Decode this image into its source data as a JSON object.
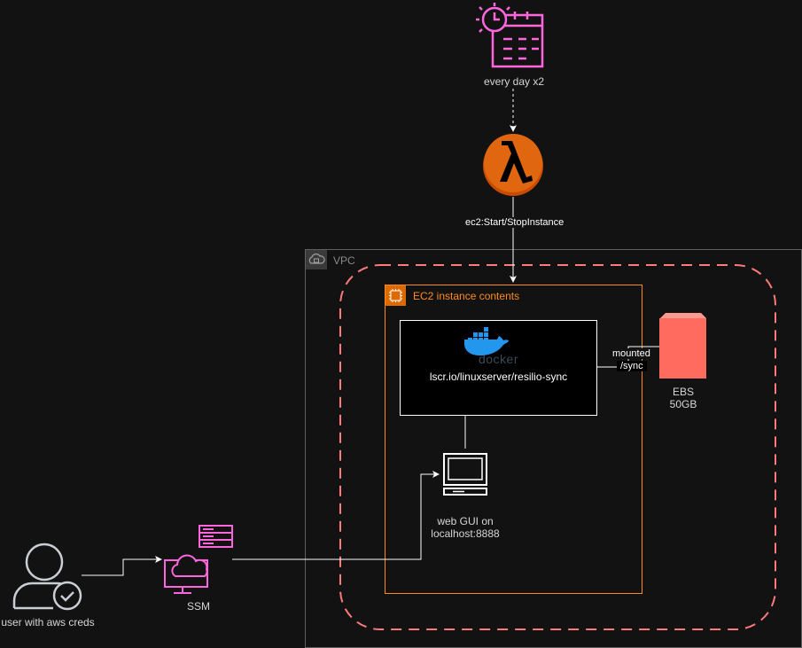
{
  "nodes": {
    "scheduler": {
      "label": "every day x2",
      "icon": "scheduled-event-calendar-icon",
      "color": "#ff66dd"
    },
    "lambda": {
      "icon": "aws-lambda-icon",
      "color": "#dd5800"
    },
    "vpc": {
      "label": "VPC",
      "icon": "vpc-cloud-lock-icon"
    },
    "ec2": {
      "label": "EC2 instance contents",
      "icon": "ec2-chip-icon",
      "color": "#ff8c1a"
    },
    "container": {
      "label": "lscr.io/linuxserver/resilio-sync",
      "logo_text": "docker",
      "icon": "docker-whale-icon"
    },
    "web_gui": {
      "label_line1": "web GUI on",
      "label_line2": "localhost:8888",
      "icon": "desktop-computer-icon"
    },
    "ebs": {
      "label_line1": "EBS",
      "label_line2": "50GB",
      "icon": "ebs-volume-icon",
      "color": "#ff6b5e"
    },
    "ssm": {
      "label": "SSM",
      "icon": "ssm-cloud-server-icon",
      "color": "#ff66dd"
    },
    "user": {
      "label": "user with aws creds",
      "icon": "user-verified-icon"
    }
  },
  "edges": {
    "scheduler_to_lambda": {
      "style": "dashed"
    },
    "lambda_to_ec2": {
      "label": "ec2:Start/StopInstance"
    },
    "docker_to_ebs": {
      "label_line1": "mounted",
      "label_line2": "/sync"
    }
  },
  "availability_zone": {
    "style": "dashed",
    "color": "#ff7a7a"
  }
}
